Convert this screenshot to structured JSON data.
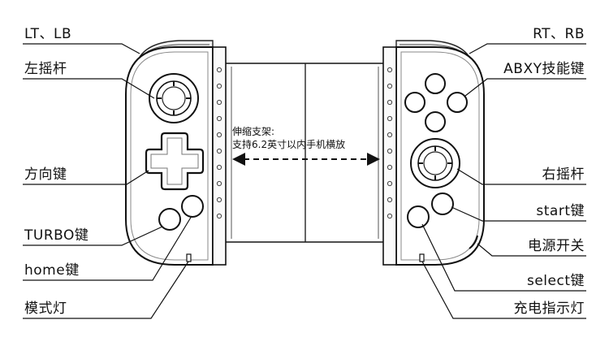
{
  "labels_left": {
    "lt_lb": "LT、LB",
    "left_stick": "左摇杆",
    "dpad": "方向键",
    "turbo": "TURBO键",
    "home": "home键",
    "mode_light": "模式灯"
  },
  "labels_right": {
    "rt_rb": "RT、RB",
    "abxy": "ABXY技能键",
    "right_stick": "右摇杆",
    "start": "start键",
    "power": "电源开关",
    "select": "select键",
    "charge_light": "充电指示灯"
  },
  "extension": {
    "title": "伸缩支架:",
    "desc": "支持6.2英寸以内手机横放"
  }
}
